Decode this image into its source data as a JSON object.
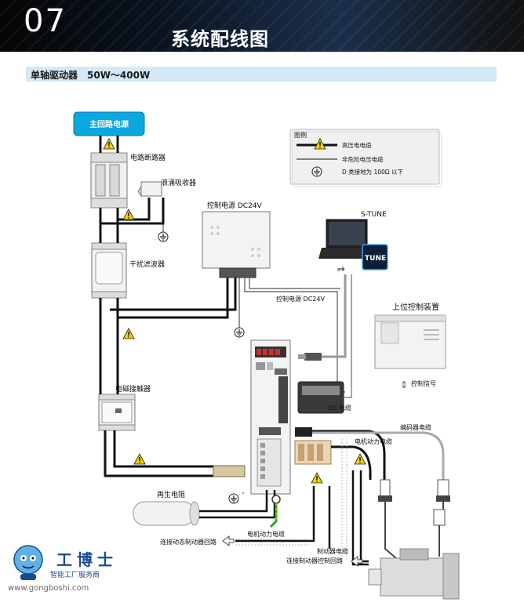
{
  "header": {
    "chapter": "07",
    "title": "系统配线图"
  },
  "section": {
    "title": "单轴驱动器　50W～400W"
  },
  "legend": {
    "title": "图例",
    "items": [
      "高压电电缆",
      "非危险电压电缆",
      "D 类接地为 100Ω 以下"
    ]
  },
  "labels": {
    "main_power": "主回路电源",
    "breaker": "电路断路器",
    "surge": "浪涌吸收器",
    "filter": "干扰滤波器",
    "contactor": "电磁接触器",
    "control_power": "控制电源 DC24V",
    "control_power_cable": "控制电源 DC24V",
    "stune": "S-TUNE",
    "tune_logo": "TUNE",
    "host": "上位控制装置",
    "ctrl_signal": "控制信号",
    "io_cable": "I/O 电缆",
    "encoder_cable": "编码器电缆",
    "motor_power_cable": "电机动力电缆",
    "regen": "再生电阻",
    "motor_power_cable2": "电机动力电缆",
    "dyn_brake": "连接动态制动器回路",
    "brake_cable": "制动器电缆",
    "brake_circuit": "连接制动器控制回路"
  },
  "watermark": {
    "logo": "工博士",
    "sub": "智能工厂服务商",
    "url": "www.gongboshi.com"
  },
  "colors": {
    "cable_black": "#111111",
    "warning_yellow": "#f5d000",
    "header_blue": "#1b2f4a",
    "main_power_box": "#0aa7e0",
    "band": "#d3e9f7"
  }
}
